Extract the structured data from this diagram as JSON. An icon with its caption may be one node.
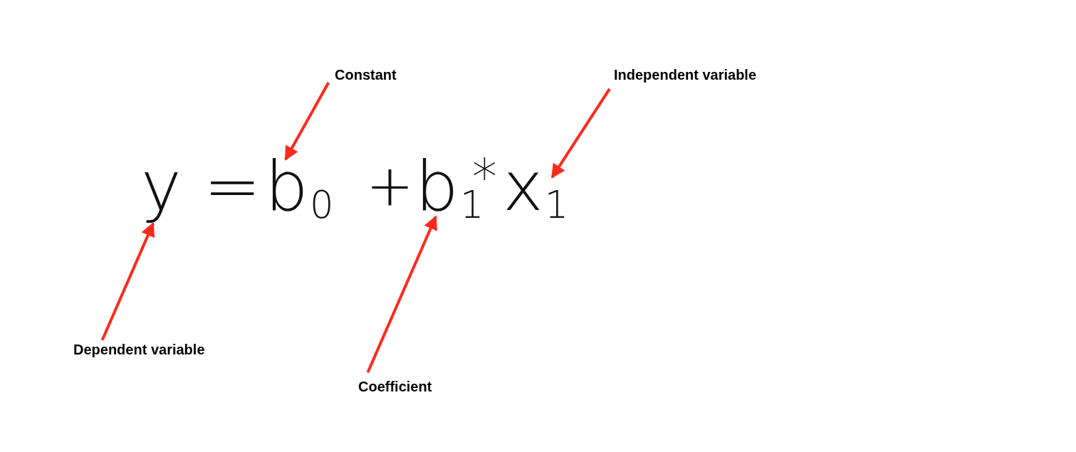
{
  "diagram": {
    "nodes": [
      {
        "text": [
          "Constant"
        ]
      },
      {
        "text": [
          "Independent variable"
        ]
      },
      {
        "text": [
          "y"
        ]
      },
      {
        "text": [
          "b$_{0}$"
        ]
      },
      {
        "text": [
          "b$_{1}$"
        ]
      },
      {
        "text": [
          "x$_{1}$"
        ]
      },
      {
        "text": [
          "Dependent variable"
        ]
      },
      {
        "text": [
          "Coefficient"
        ]
      }
    ],
    "edges": [
      {
        "from": 0,
        "to": 3,
        "arrow": "to"
      },
      {
        "from": 1,
        "to": 5,
        "arrow": "to"
      },
      {
        "from": 6,
        "to": 2,
        "arrow": "to"
      },
      {
        "from": 7,
        "to": 4,
        "arrow": "to"
      }
    ],
    "labels": [
      "=",
      "+",
      "*"
    ]
  }
}
